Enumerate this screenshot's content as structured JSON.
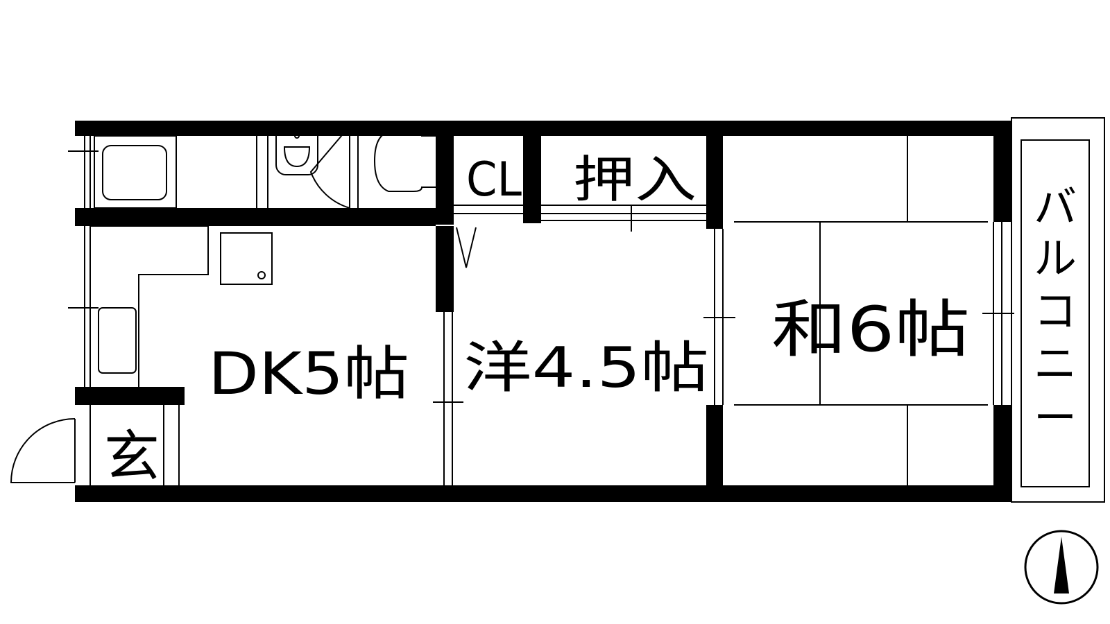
{
  "floorplan": {
    "rooms": {
      "dk": "DK5帖",
      "western": "洋4.5帖",
      "japanese": "和6帖",
      "closet": "CL",
      "oshiire": "押入",
      "entrance": "玄",
      "balcony": [
        "バ",
        "ル",
        "コ",
        "ニ",
        "ー"
      ]
    }
  },
  "colors": {
    "wall": "#000000",
    "line": "#000000",
    "background": "#ffffff"
  },
  "icons": {
    "compass": "north-arrow-icon"
  }
}
